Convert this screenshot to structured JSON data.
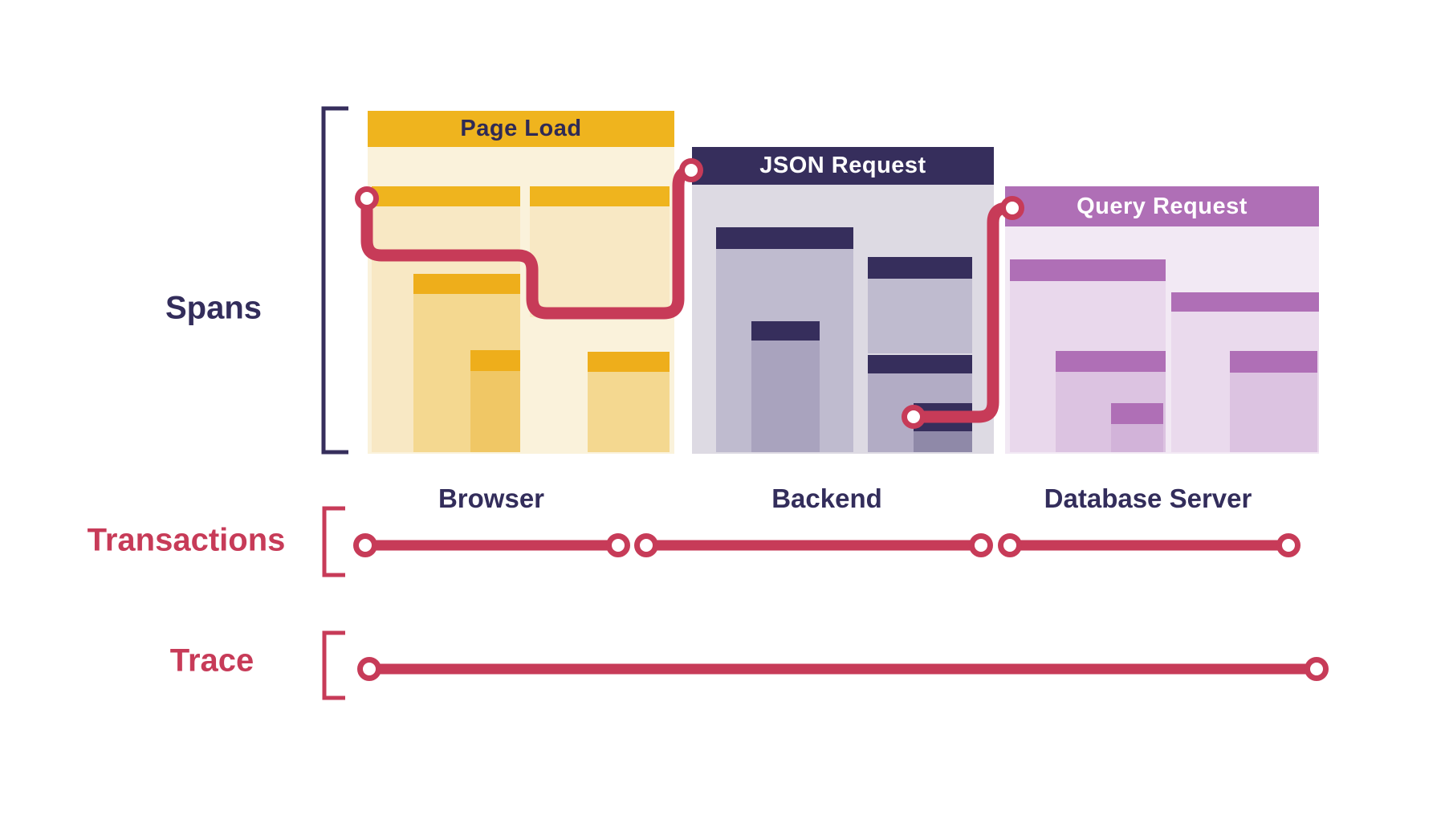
{
  "diagram": {
    "labels": {
      "spans": "Spans",
      "transactions": "Transactions",
      "trace": "Trace"
    },
    "panels": [
      {
        "title": "Page Load",
        "service": "Browser",
        "accent": "#EFB41E"
      },
      {
        "title": "JSON Request",
        "service": "Backend",
        "accent": "#362E5C"
      },
      {
        "title": "Query Request",
        "service": "Database Server",
        "accent": "#AF6FB6"
      }
    ],
    "colors": {
      "trace_red": "#C73B58",
      "dark_purple": "#362E5C",
      "yellow": "#EFB41E",
      "purple": "#AF6FB6",
      "text_dark": "#332D5B",
      "text_on_yellow": "#2F2A55"
    }
  }
}
